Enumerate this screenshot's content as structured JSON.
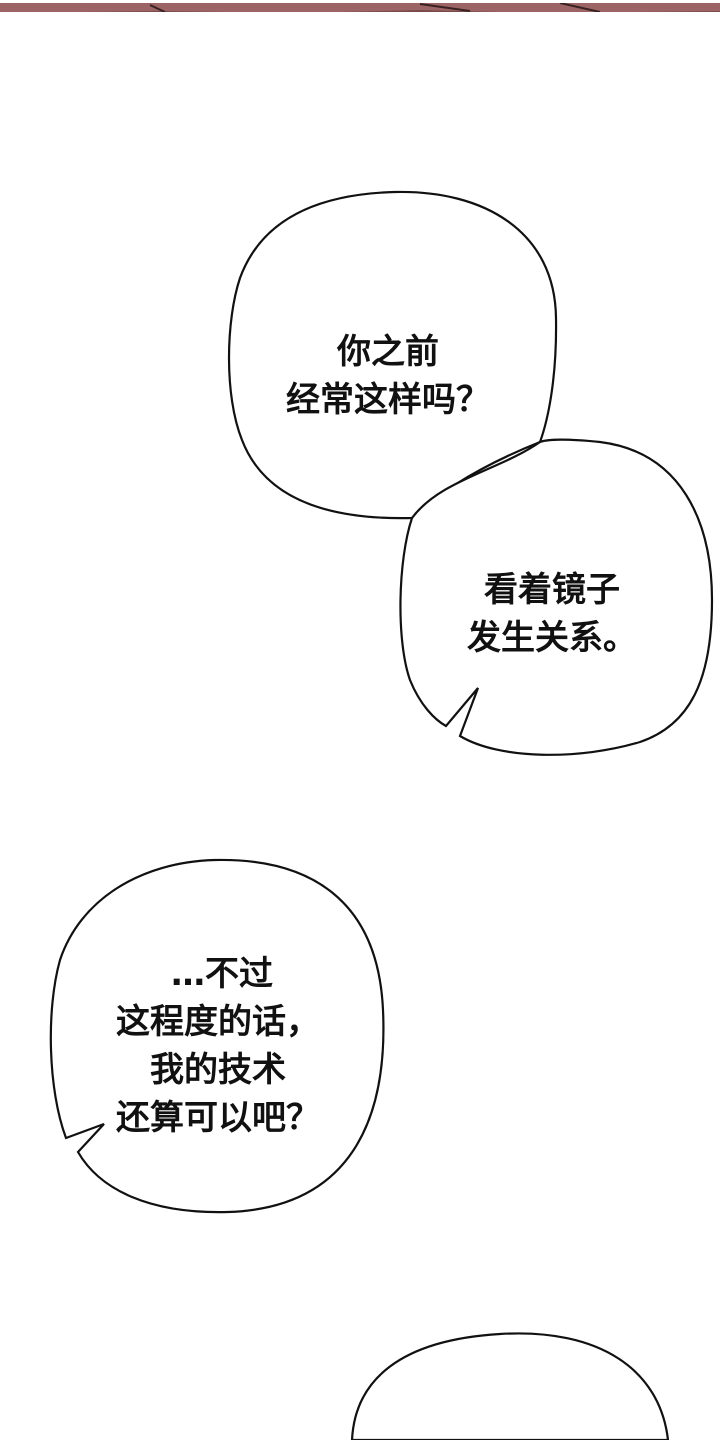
{
  "panel_colors": {
    "top_strip_fill": "#8a5555",
    "top_strip_dark": "#3a2222",
    "bubble_fill": "#ffffff",
    "bubble_stroke": "#111111"
  },
  "bubbles": [
    {
      "lines": [
        "你之前",
        "经常这样吗？"
      ]
    },
    {
      "lines": [
        "看着镜子",
        "发生关系。"
      ]
    },
    {
      "lines": [
        "…不过",
        "这程度的话，",
        "我的技术",
        "还算可以吧？"
      ]
    }
  ]
}
